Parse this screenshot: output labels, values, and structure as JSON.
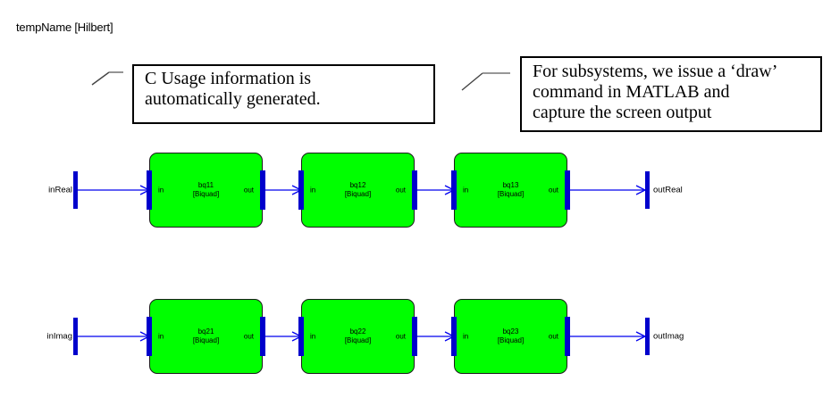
{
  "title": "tempName [Hilbert]",
  "callouts": [
    {
      "lines": [
        "C Usage information is",
        "automatically generated."
      ]
    },
    {
      "lines": [
        "For subsystems, we issue a ‘draw’",
        "command in MATLAB and",
        "capture the screen output"
      ]
    }
  ],
  "diagram": {
    "rows": [
      {
        "input_label": "inReal",
        "output_label": "outReal",
        "blocks": [
          {
            "name": "bq11",
            "type": "[Biquad]",
            "in_label": "in",
            "out_label": "out"
          },
          {
            "name": "bq12",
            "type": "[Biquad]",
            "in_label": "in",
            "out_label": "out"
          },
          {
            "name": "bq13",
            "type": "[Biquad]",
            "in_label": "in",
            "out_label": "out"
          }
        ]
      },
      {
        "input_label": "inImag",
        "output_label": "outImag",
        "blocks": [
          {
            "name": "bq21",
            "type": "[Biquad]",
            "in_label": "in",
            "out_label": "out"
          },
          {
            "name": "bq22",
            "type": "[Biquad]",
            "in_label": "in",
            "out_label": "out"
          },
          {
            "name": "bq23",
            "type": "[Biquad]",
            "in_label": "in",
            "out_label": "out"
          }
        ]
      }
    ],
    "colors": {
      "block_fill": "#00ff00",
      "block_border": "#1a1a1a",
      "port_bar": "#0000cc",
      "wire": "#0000ee",
      "leader": "#555555"
    }
  }
}
